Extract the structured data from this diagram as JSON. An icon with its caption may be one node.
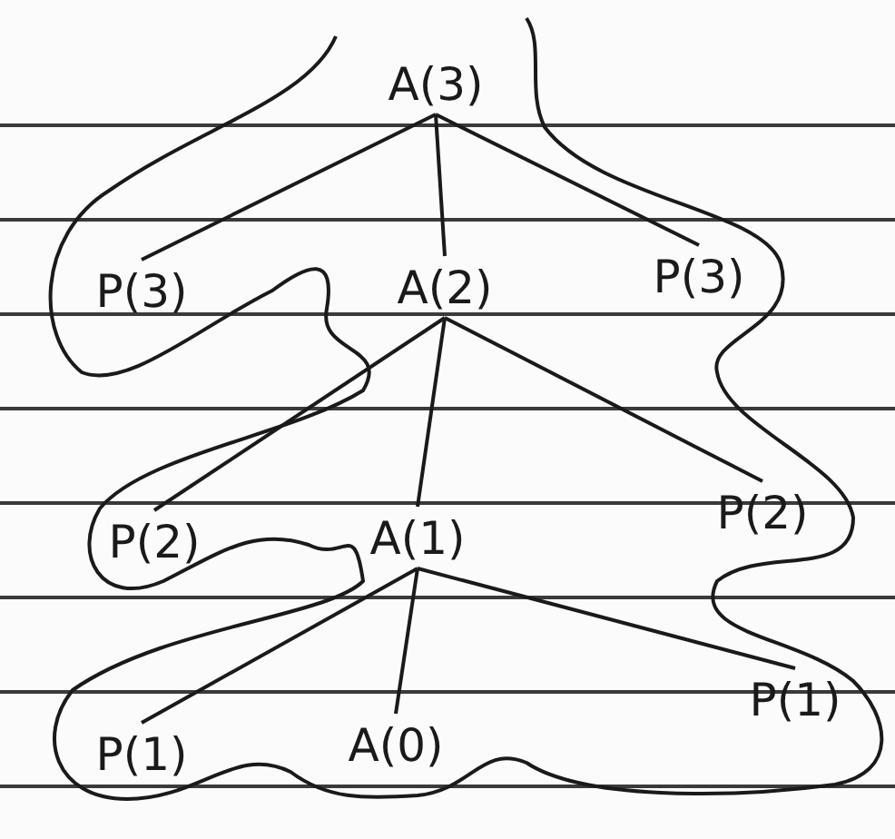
{
  "diagram": {
    "nodes": [
      {
        "text": [
          "A(3)"
        ]
      },
      {
        "text": [
          "P(3)"
        ]
      },
      {
        "text": [
          "A(2)"
        ]
      },
      {
        "text": [
          "P(3)"
        ]
      },
      {
        "text": [
          "P(2)"
        ]
      },
      {
        "text": [
          "A(1)"
        ]
      },
      {
        "text": [
          "P(2)"
        ]
      },
      {
        "text": [
          "P(1)"
        ]
      },
      {
        "text": [
          "A(0)"
        ]
      },
      {
        "text": [
          "P(1)"
        ]
      }
    ],
    "edges": [
      {
        "from": 0,
        "to": 1,
        "arrow": "none"
      },
      {
        "from": 0,
        "to": 2,
        "arrow": "none"
      },
      {
        "from": 0,
        "to": 3,
        "arrow": "none"
      },
      {
        "from": 2,
        "to": 4,
        "arrow": "none"
      },
      {
        "from": 2,
        "to": 5,
        "arrow": "none"
      },
      {
        "from": 2,
        "to": 6,
        "arrow": "none"
      },
      {
        "from": 5,
        "to": 7,
        "arrow": "none"
      },
      {
        "from": 5,
        "to": 8,
        "arrow": "none"
      },
      {
        "from": 5,
        "to": 9,
        "arrow": "none"
      }
    ]
  }
}
